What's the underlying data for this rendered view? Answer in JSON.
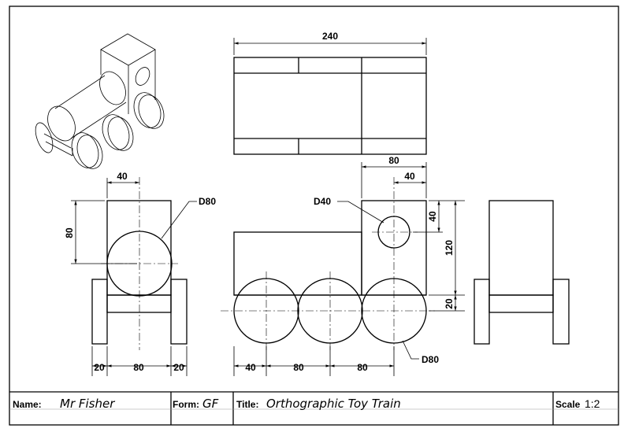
{
  "dimensions": {
    "top_width": "240",
    "cab_width": "80",
    "hole_offset": "40",
    "side_offset": "40",
    "side_height": "80",
    "side_circle": "D80",
    "hole_diameter": "D40",
    "hole_height": "40",
    "cab_height": "120",
    "chassis_height": "20",
    "wheel_diameter": "D80",
    "front_bottom": [
      "40",
      "80",
      "80"
    ],
    "side_bottom": [
      "20",
      "80",
      "20"
    ]
  },
  "title_block": {
    "name_label": "Name:",
    "name_value": "Mr Fisher",
    "form_label": "Form:",
    "form_value": "GF",
    "title_label": "Title:",
    "title_value": "Orthographic Toy Train",
    "scale_label": "Scale",
    "scale_value": "1:2"
  }
}
